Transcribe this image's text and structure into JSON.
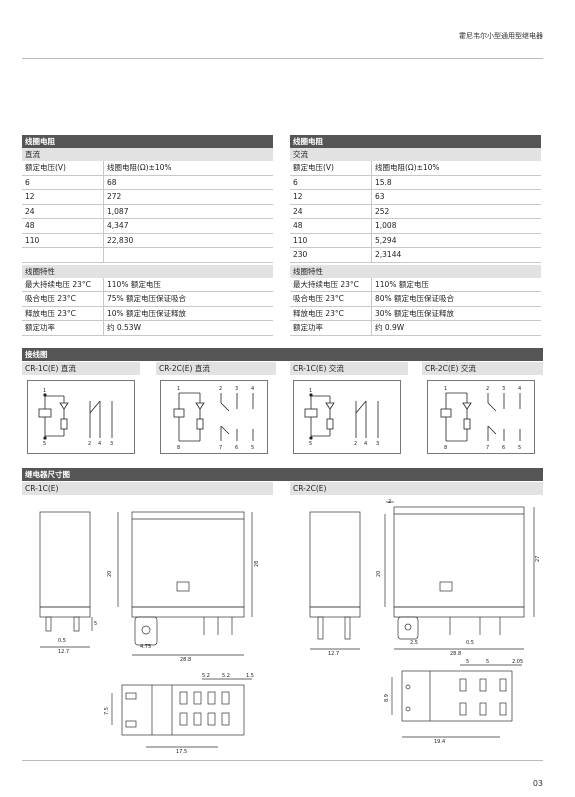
{
  "header": "霍尼韦尔小型通用型继电器",
  "page_number": "03",
  "dc": {
    "title": "线圈电阻",
    "subtitle": "直流",
    "col1": "额定电压(V)",
    "col2": "线圈电阻(Ω)±10%",
    "rows": [
      [
        "6",
        "68"
      ],
      [
        "12",
        "272"
      ],
      [
        "24",
        "1,087"
      ],
      [
        "48",
        "4,347"
      ],
      [
        "110",
        "22,830"
      ],
      [
        "",
        ""
      ]
    ],
    "char_title": "线圈特性",
    "char": [
      [
        "最大持续电压 23°C",
        "110% 额定电压"
      ],
      [
        "吸合电压 23°C",
        "75% 额定电压保证吸合"
      ],
      [
        "释放电压 23°C",
        "10% 额定电压保证释放"
      ],
      [
        "额定功率",
        "约 0.53W"
      ]
    ]
  },
  "ac": {
    "title": "线圈电阻",
    "subtitle": "交流",
    "col1": "额定电压(V)",
    "col2": "线圈电阻(Ω)±10%",
    "rows": [
      [
        "6",
        "15.8"
      ],
      [
        "12",
        "63"
      ],
      [
        "24",
        "252"
      ],
      [
        "48",
        "1,008"
      ],
      [
        "110",
        "5,294"
      ],
      [
        "230",
        "2,3144"
      ]
    ],
    "char_title": "线圈特性",
    "char": [
      [
        "最大持续电压 23°C",
        "110% 额定电压"
      ],
      [
        "吸合电压 23°C",
        "80% 额定电压保证吸合"
      ],
      [
        "释放电压 23°C",
        "30% 额定电压保证释放"
      ],
      [
        "额定功率",
        "约 0.9W"
      ]
    ]
  },
  "wiring": {
    "title": "接线图",
    "labels": [
      "CR-1C(E) 直流",
      "CR-2C(E) 直流",
      "CR-1C(E) 交流",
      "CR-2C(E) 交流"
    ]
  },
  "dims": {
    "title": "继电器尺寸图",
    "left_label": "CR-1C(E)",
    "right_label": "CR-2C(E)",
    "left": {
      "h20": "20",
      "h28": "28",
      "w127": "12.7",
      "w05": "0.5",
      "w475": "4.75",
      "w288": "28.8",
      "w5": "5",
      "b52a": "5.2",
      "b52b": "5.2",
      "b15": "1.5",
      "b75": "7.5",
      "b175": "17.5"
    },
    "right": {
      "t2": "2",
      "h20": "20",
      "h27": "27",
      "w127": "12.7",
      "w25": "2.5",
      "w05": "0.5",
      "w288": "28.8",
      "b5a": "5",
      "b5b": "5",
      "b205": "2.05",
      "b89": "8.9",
      "b194": "19.4"
    }
  }
}
